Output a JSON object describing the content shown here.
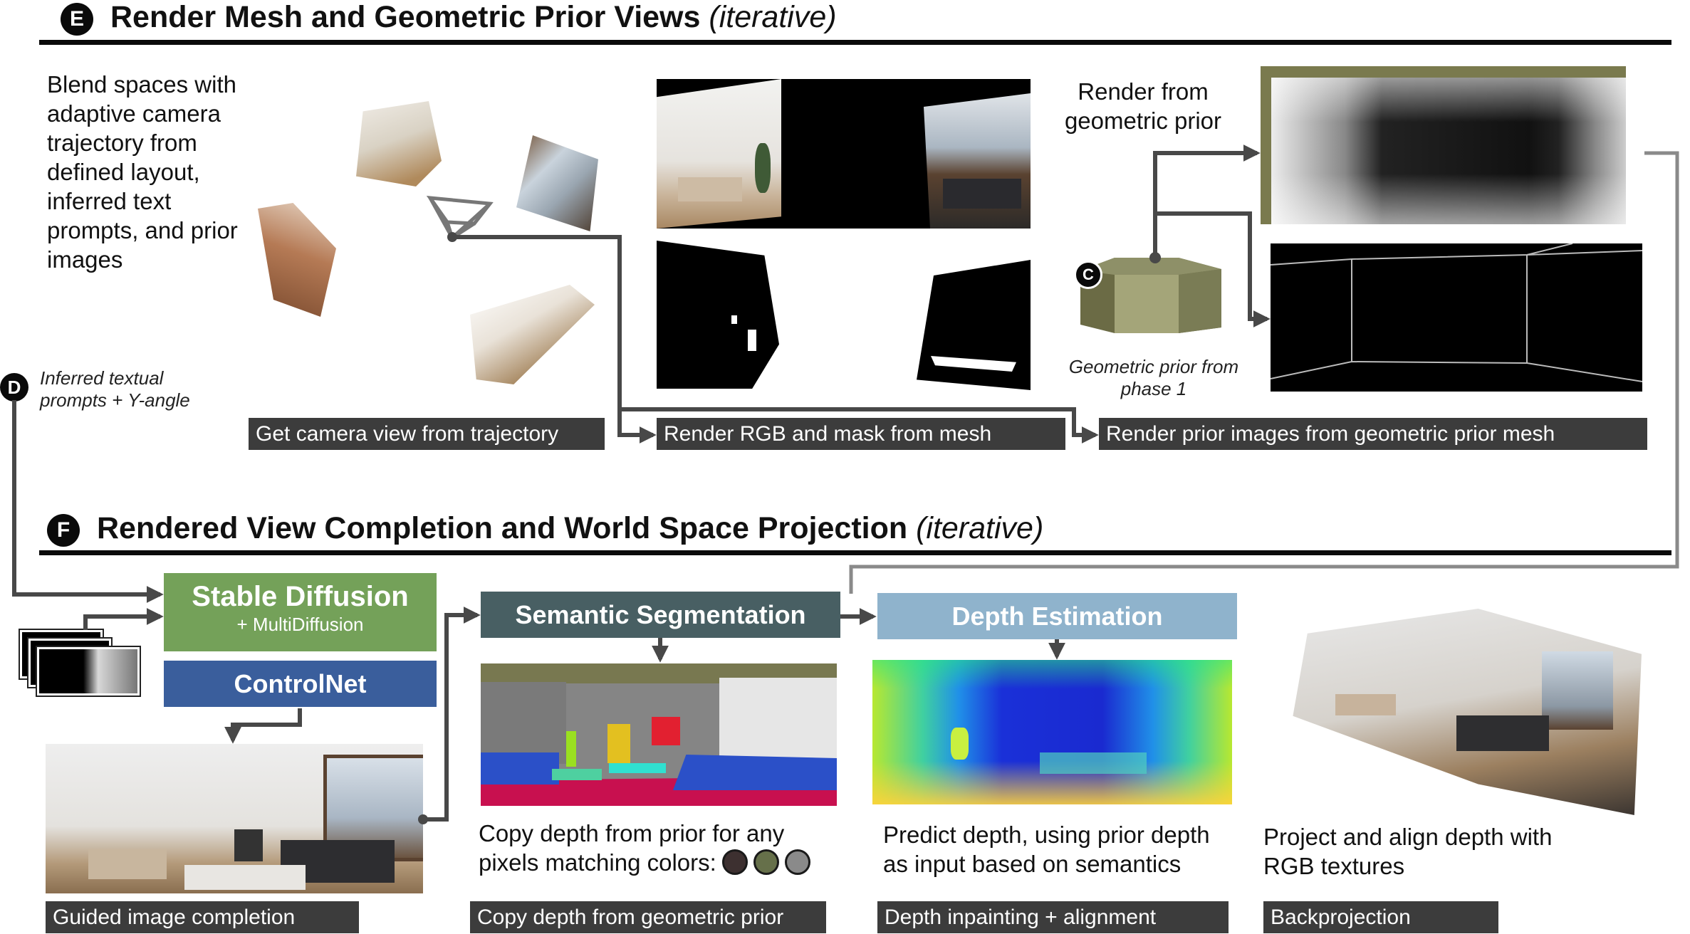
{
  "section_e": {
    "badge": "E",
    "title": "Render Mesh and Geometric Prior Views",
    "title_suffix": "(iterative)",
    "description": "Blend spaces with adaptive camera trajectory from defined layout, inferred text prompts, and prior images",
    "render_from_prior": "Render from geometric prior",
    "prior_badge": "C",
    "prior_caption": "Geometric prior from phase 1",
    "captions": {
      "camera": "Get camera view from trajectory",
      "rgb_mask": "Render RGB and mask from mesh",
      "prior_images": "Render prior images from geometric prior mesh"
    }
  },
  "section_d": {
    "badge": "D",
    "note": "Inferred textual prompts + Y-angle"
  },
  "section_f": {
    "badge": "F",
    "title": "Rendered View Completion and World Space Projection",
    "title_suffix": "(iterative)",
    "modules": {
      "stable_diffusion": "Stable Diffusion",
      "multidiffusion": "+ MultiDiffusion",
      "controlnet": "ControlNet",
      "semantic_segmentation": "Semantic Segmentation",
      "depth_estimation": "Depth Estimation"
    },
    "texts": {
      "copy_depth": "Copy depth from prior for any pixels matching colors:",
      "predict_depth": "Predict depth, using prior depth as input based on semantics",
      "project_align": "Project and align depth with RGB textures"
    },
    "captions": {
      "guided": "Guided image completion",
      "copy_prior": "Copy depth from geometric prior",
      "inpainting": "Depth inpainting + alignment",
      "backprojection": "Backprojection"
    },
    "match_colors": [
      "#3d3030",
      "#66704a",
      "#8a8a8a"
    ]
  },
  "colors": {
    "stable_diffusion": "#74a159",
    "controlnet": "#3a5e9c",
    "semantic_segmentation": "#485f63",
    "depth_estimation": "#8fb3cc",
    "caption_bg": "#3c3c3c",
    "arrow_dark": "#484848",
    "arrow_gray": "#8a8a8a"
  }
}
